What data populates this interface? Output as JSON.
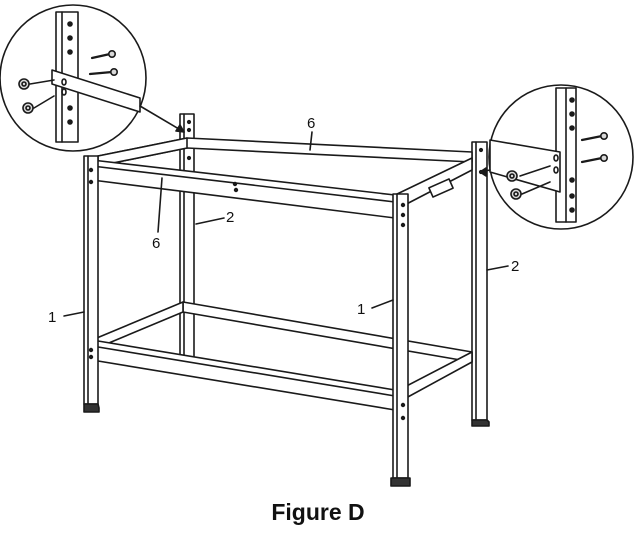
{
  "figure": {
    "caption": "Figure D",
    "callouts": {
      "upright_front_left": "1",
      "upright_front_right": "1",
      "upright_back_left": "2",
      "upright_back_right": "2",
      "beam_front": "6",
      "beam_back": "6"
    }
  },
  "colors": {
    "line": "#1a1a1a",
    "fill": "#ffffff",
    "shade": "#d9d9d9"
  }
}
